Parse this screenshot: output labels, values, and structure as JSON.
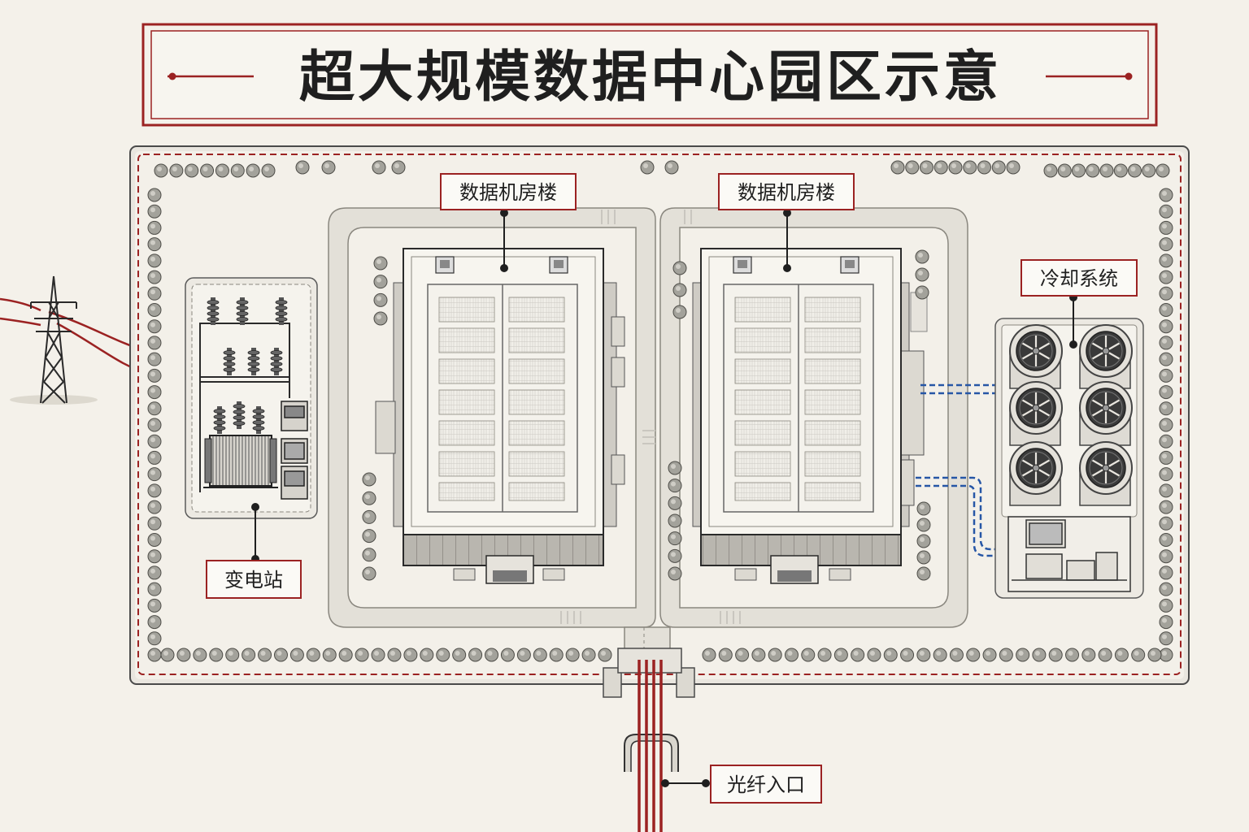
{
  "title": "超大规模数据中心园区示意",
  "labels": {
    "building_1": "数据机房楼",
    "building_2": "数据机房楼",
    "cooling": "冷却系统",
    "substation": "变电站",
    "fiber": "光纤入口"
  },
  "colors": {
    "background": "#f4f1ea",
    "accent_red": "#9b2222",
    "ink": "#2a2a2a",
    "road": "#e6e3dc",
    "pipe_blue": "#2656a6",
    "tree": "#9c9c94"
  },
  "icons": [
    "transmission-tower-icon",
    "transformer-icon",
    "cooling-fan-icon",
    "tree-icon"
  ]
}
